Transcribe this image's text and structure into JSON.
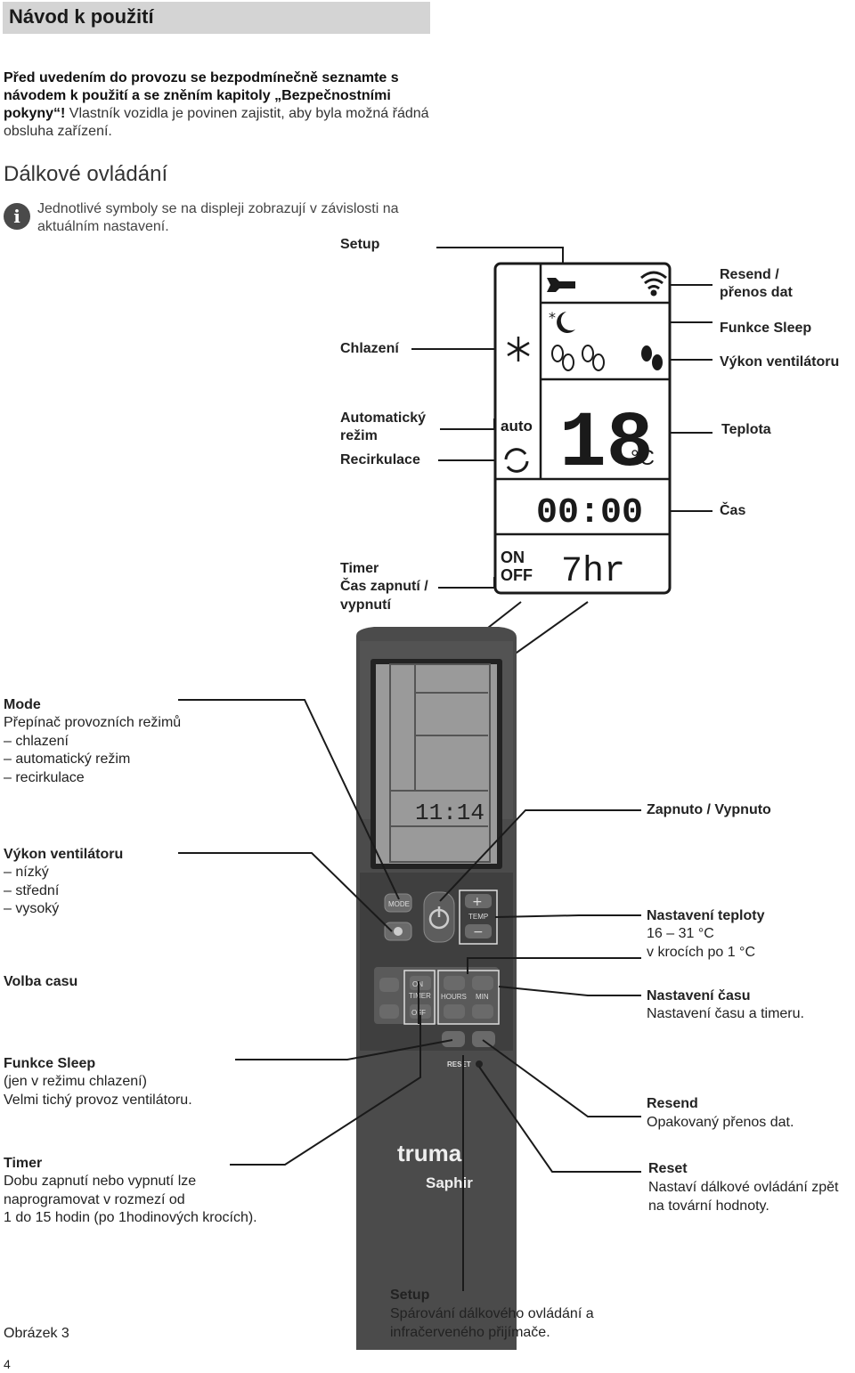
{
  "header": {
    "title": "Návod k použití"
  },
  "intro": {
    "bold": "Před uvedením do provozu se bezpodmínečně seznamte s návodem k použití a se zněním kapitoly „Bezpečnost­ními pokyny“!",
    "normal": " Vlastník vozidla je povinen zajistit, aby byla možná řádná obsluha zařízení."
  },
  "section_title": "Dálkové ovládání",
  "info": {
    "icon": "info-icon",
    "text": "Jednotlivé symboly se na displeji zobrazují v závislosti na aktuálním nastavení."
  },
  "display": {
    "labels": {
      "setup": "Setup",
      "resend": "Resend /",
      "resend2": "přenos dat",
      "sleep": "Funkce Sleep",
      "fan": "Výkon ventilátoru",
      "cooling": "Chlazení",
      "auto1": "Automatický",
      "auto2": "režim",
      "recirc": "Recirkulace",
      "temp": "Teplota",
      "time": "Čas",
      "timer1": "Timer",
      "timer2": "Čas zapnutí /",
      "timer3": "vypnutí"
    },
    "lcd": {
      "auto": "auto",
      "temperature": "18",
      "unit": "°C",
      "clock": "00:00",
      "on": "ON",
      "off": "OFF",
      "hours": "7hr"
    }
  },
  "remote": {
    "buttons": {
      "mode": "MODE",
      "temp": "TEMP",
      "timer_on": "ON",
      "timer": "TIMER",
      "timer_off": "OFF",
      "hours": "HOURS",
      "min": "MIN",
      "reset": "RESET"
    },
    "screen_clock": "11:14",
    "brand": "truma",
    "model": "Saphir"
  },
  "annotations": {
    "mode_title": "Mode",
    "mode_lines": [
      "Přepínač provozních režimů",
      "– chlazení",
      "– automatický režim",
      "– recirkulace"
    ],
    "onoff": "Zapnuto / Vypnuto",
    "fan_title": "Výkon ventilátoru",
    "fan_lines": [
      "– nízký",
      "– střední",
      "– vysoký"
    ],
    "temp_title": "Nastavení teploty",
    "temp_lines": [
      "16 – 31 °C",
      "v krocích po 1 °C"
    ],
    "volba": "Volba casu",
    "time_title": "Nastavení času",
    "time_desc": "Nastavení času a timeru.",
    "sleep_title": "Funkce Sleep",
    "sleep_lines": [
      "(jen v režimu chlazení)",
      "Velmi tichý provoz ventilátoru."
    ],
    "resend_title": "Resend",
    "resend_desc": "Opakovaný přenos dat.",
    "timer_title": "Timer",
    "timer_lines": [
      "Dobu zapnutí nebo vypnutí lze",
      "naprogramovat v rozmezí od",
      "1 do 15 hodin (po 1hodinových krocích)."
    ],
    "reset_title": "Reset",
    "reset_lines": [
      "Nastaví dálkové ovládání zpět",
      "na tovární hodnoty."
    ],
    "setup_title": "Setup",
    "setup_lines": [
      "Spárování dálkového ovládání a",
      "infračerveného přijímače."
    ]
  },
  "footer": {
    "figure": "Obrázek 3",
    "page": "4"
  }
}
